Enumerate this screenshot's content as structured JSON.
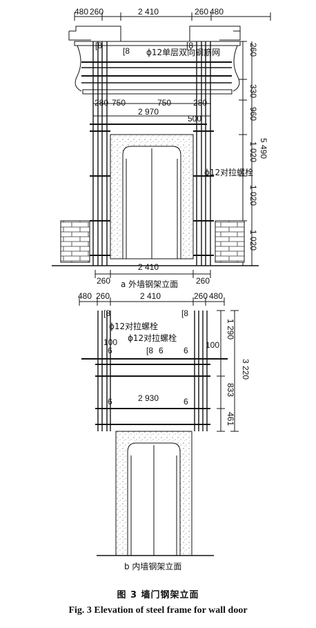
{
  "fig_a": {
    "caption": "a  外墙钢架立面",
    "top_dims": [
      "480",
      "260",
      "2 410",
      "260",
      "480"
    ],
    "bottom_dims": [
      "260",
      "2 410",
      "260"
    ],
    "inner_dims": [
      "280",
      "750",
      "750",
      "280"
    ],
    "span_dim": "2 970",
    "small_dim": "500",
    "right_dims": [
      "260",
      "330",
      "960",
      "1 020",
      "1 020",
      "1 020"
    ],
    "total_height": "5 490",
    "channel_marks": [
      "[8",
      "[8",
      "[8"
    ],
    "mesh_label": "ϕ12单层双向钢筋网",
    "bolt_label": "ϕ12对拉螺栓"
  },
  "fig_b": {
    "caption": "b  内墙钢架立面",
    "top_dims": [
      "480",
      "260",
      "2 410",
      "260",
      "480"
    ],
    "channel_marks": [
      "[8",
      "[8",
      "[8"
    ],
    "bolt_label_1": "ϕ12对拉螺栓",
    "bolt_label_2": "ϕ12对拉螺栓",
    "dim_100_left": "100",
    "dim_100_right": "100",
    "section_marks": [
      "6",
      "6",
      "6",
      "6",
      "6"
    ],
    "span_dim": "2 930",
    "right_dims": [
      "1 290",
      "833",
      "461"
    ],
    "total_height": "3 220"
  },
  "figure_caption_zh": "图 3    墙门钢架立面",
  "figure_caption_en": "Fig. 3    Elevation of steel frame for wall door"
}
